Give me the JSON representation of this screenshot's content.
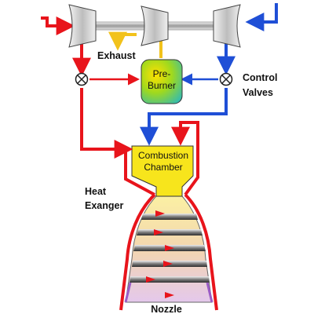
{
  "labels": {
    "exhaust": "Exhaust",
    "preburner_line1": "Pre-",
    "preburner_line2": "Burner",
    "control_line1": "Control",
    "control_line2": "Valves",
    "combustion_line1": "Combustion",
    "combustion_line2": "Chamber",
    "heat_line1": "Heat",
    "heat_line2": "Exanger",
    "nozzle": "Nozzle"
  },
  "colors": {
    "fuel": "#e8141b",
    "oxidizer": "#1f4fd6",
    "exhaust": "#f2c21b",
    "chamber": "#f7e51c",
    "turbine_gray": "#d0d0d0"
  }
}
